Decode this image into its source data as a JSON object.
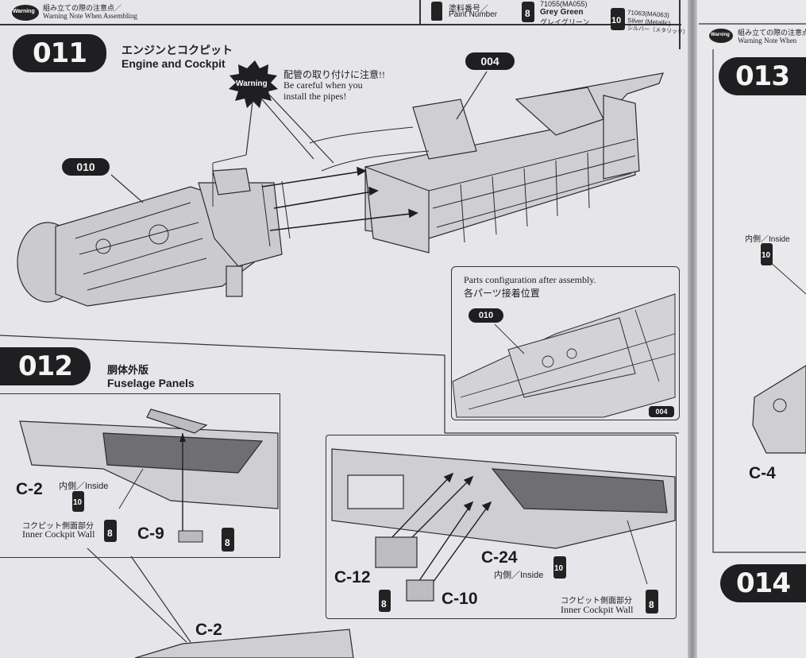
{
  "header": {
    "warning_badge": "Warning",
    "note_jp": "組み立ての際の注意点／",
    "note_en": "Warning Note When Assembling",
    "paint_number_jp": "塗料番号／",
    "paint_number_en": "Paint Number",
    "paint1_code": "71055(MA055)",
    "paint1_name": "Grey Green",
    "paint1_name_jp": "グレイグリーン",
    "paint1_num": "8",
    "paint2_code": "71063(MA063)",
    "paint2_name": "Silver (Metallic)",
    "paint2_name_jp": "シルバー（メタリック）",
    "paint2_num": "10"
  },
  "step011": {
    "number": "011",
    "title_jp": "エンジンとコクピット",
    "title_en": "Engine and Cockpit",
    "warning_badge": "Warning",
    "warning_jp": "配管の取り付けに注意!!",
    "warning_en_1": "Be careful when you",
    "warning_en_2": "install the pipes!",
    "callout_004": "004",
    "callout_010": "010",
    "inset_title_en": "Parts configuration after assembly.",
    "inset_title_jp": "各パーツ接着位置",
    "inset_callout_010": "010",
    "inset_callout_004": "004"
  },
  "step012": {
    "number": "012",
    "title_jp": "胴体外版",
    "title_en": "Fuselage Panels",
    "left": {
      "part_c2": "C-2",
      "inside": "内側／Inside",
      "inside_paint": "10",
      "wall_jp": "コクピット側面部分",
      "wall_en": "Inner Cockpit Wall",
      "wall_paint": "8",
      "part_c9": "C-9",
      "c9_paint": "8"
    },
    "right": {
      "part_c24": "C-24",
      "inside": "内側／Inside",
      "inside_paint": "10",
      "part_c12": "C-12",
      "c12_paint": "8",
      "part_c10": "C-10",
      "wall_jp": "コクピット側面部分",
      "wall_en": "Inner Cockpit Wall",
      "wall_paint": "8"
    },
    "bottom_part": "C-2"
  },
  "right_page": {
    "warning_badge": "Warning",
    "note_jp": "組み立ての際の注意点／",
    "note_en": "Warning Note When",
    "step013": "013",
    "inside": "内側／Inside",
    "inside_paint": "10",
    "part_c4": "C-4",
    "step014": "014"
  }
}
